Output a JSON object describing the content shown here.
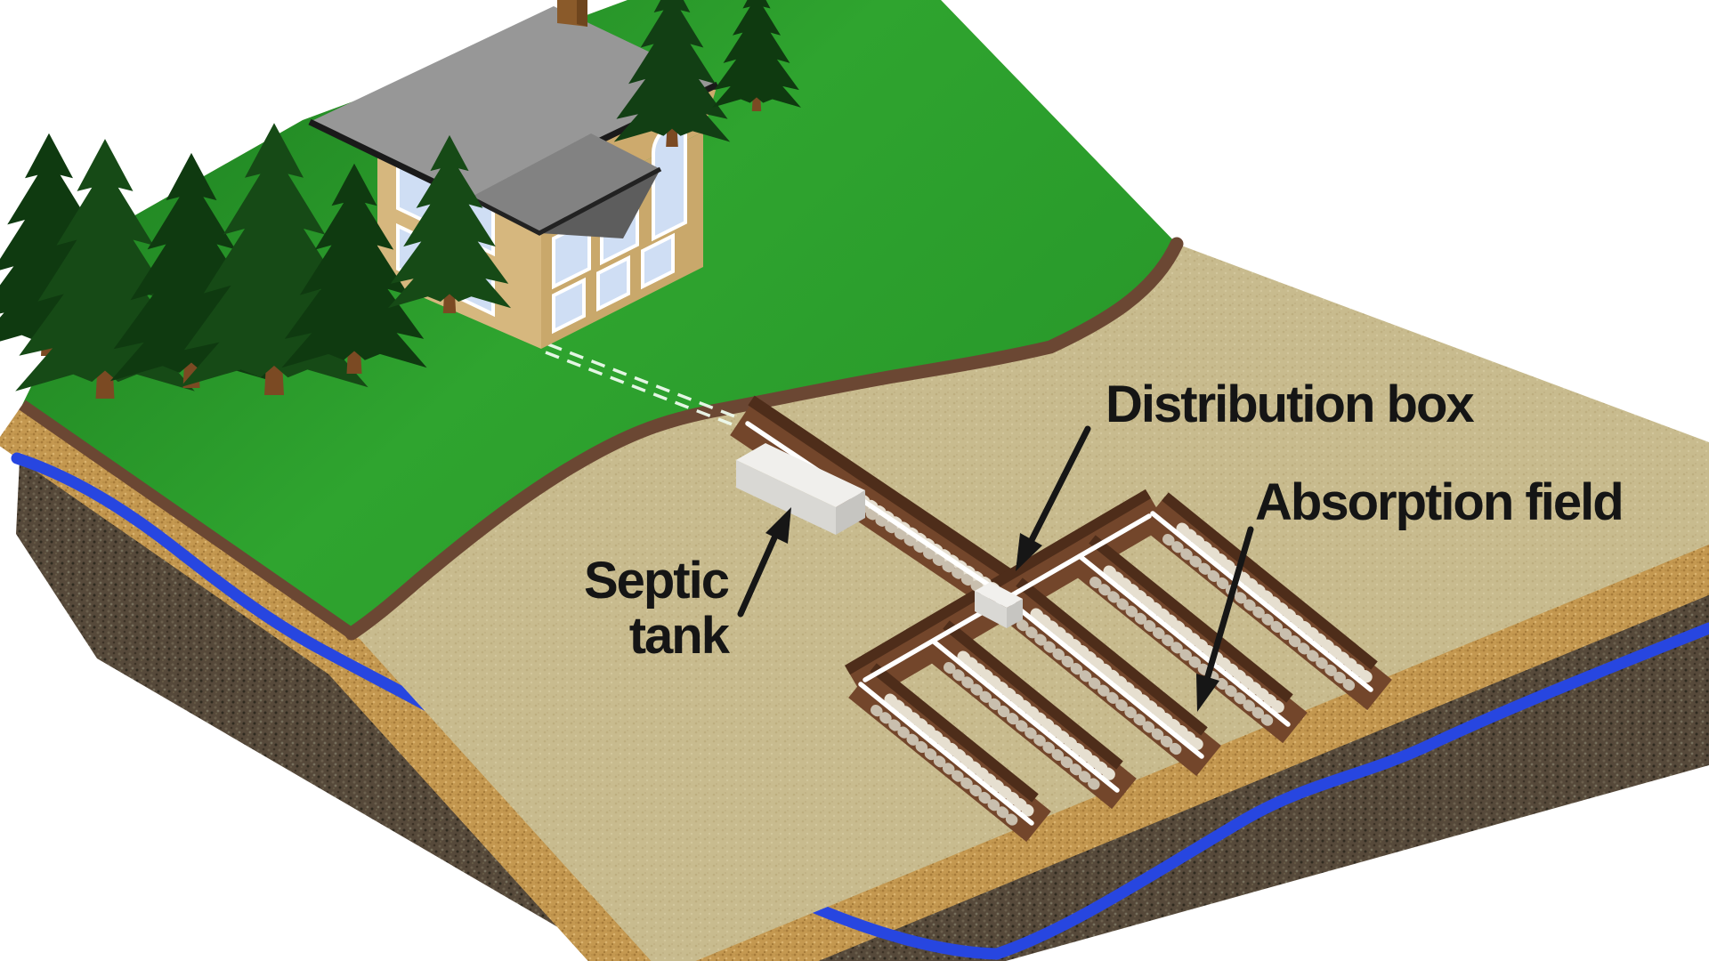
{
  "diagram": {
    "type": "septic-system-cutaway-illustration",
    "labels": {
      "septic_tank": {
        "line1": "Septic",
        "line2": "tank"
      },
      "distribution_box": {
        "text": "Distribution box"
      },
      "absorption_field": {
        "text": "Absorption field"
      }
    },
    "arrows": [
      {
        "from_label": "Septic tank",
        "points_to": "septic-tank-box"
      },
      {
        "from_label": "Distribution box",
        "points_to": "distribution-box-cube"
      },
      {
        "from_label": "Absorption field",
        "points_to": "absorption-field-trenches"
      }
    ],
    "components": [
      "house",
      "evergreen-trees",
      "lawn",
      "excavated-area",
      "buried-sewer-line-dashed",
      "sewer-trench",
      "septic-tank",
      "distribution-box",
      "absorption-field-trenches",
      "gravel",
      "perforated-pipes",
      "soil-cutaway-layers",
      "water-table-line"
    ],
    "colors": {
      "background": "#ffffff",
      "grass_light": "#2fa42f",
      "grass_dark": "#1b7a1e",
      "surface_sand": "#c8bb8e",
      "sand_layer": "#c49850",
      "subsoil_dark": "#56493a",
      "topsoil_edge": "#6b4733",
      "water": "#2746e0",
      "trench_brown": "#73462b",
      "trench_wall": "#4e2d1a",
      "pipe": "#ffffff",
      "gravel": "#e6dfd0",
      "tank": "#f0efec",
      "house_wall": "#d6b77e",
      "roof": "#979797",
      "tree": "#144414",
      "label_text": "#151515"
    }
  }
}
